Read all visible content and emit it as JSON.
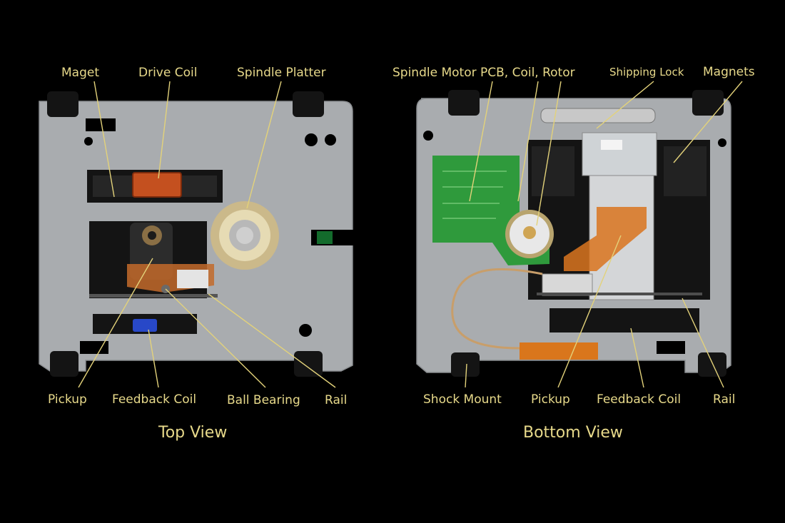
{
  "top_view": {
    "caption": "Top View",
    "labels": {
      "maget": "Maget",
      "drive_coil": "Drive Coil",
      "spindle_platter": "Spindle Platter",
      "pickup": "Pickup",
      "feedback_coil": "Feedback Coil",
      "ball_bearing": "Ball Bearing",
      "rail": "Rail"
    }
  },
  "bottom_view": {
    "caption": "Bottom View",
    "labels": {
      "spindle_motor": "Spindle Motor PCB, Coil, Rotor",
      "shipping_lock": "Shipping Lock",
      "magnets": "Magnets",
      "shock_mount": "Shock Mount",
      "pickup": "Pickup",
      "feedback_coil": "Feedback Coil",
      "rail": "Rail"
    }
  },
  "colors": {
    "background": "#000000",
    "label_text": "#e7d98a",
    "leader_line": "#e3d27a",
    "chassis": "#a9acaf",
    "pcb": "#2f9a3c",
    "coil": "#c4501f",
    "platter": "#cbb98a",
    "flex_cable": "#d9741e",
    "feedback_coil_blue": "#2848c8"
  }
}
